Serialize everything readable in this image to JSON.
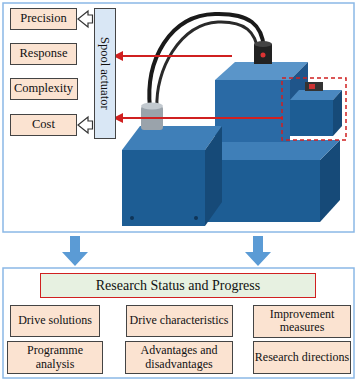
{
  "diagram": {
    "nodes": [
      {
        "text": [
          "Precision"
        ]
      },
      {
        "text": [
          "Response"
        ]
      },
      {
        "text": [
          "Complexity"
        ]
      },
      {
        "text": [
          "Cost"
        ]
      },
      {
        "text": [
          "Spool actuator"
        ]
      },
      {
        "text": [
          "Research Status and Progress"
        ]
      },
      {
        "text": [
          "Drive solutions"
        ]
      },
      {
        "text": [
          "Drive characteristics"
        ]
      },
      {
        "text": [
          "Improvement measures"
        ]
      },
      {
        "text": [
          "Programme analysis"
        ]
      },
      {
        "text": [
          "Advantages and disadvantages"
        ]
      },
      {
        "text": [
          "Research directions"
        ]
      }
    ],
    "edges": [
      {
        "from": 4,
        "to": 0,
        "arrow": "to"
      },
      {
        "from": 4,
        "to": 3,
        "arrow": "to"
      }
    ]
  }
}
